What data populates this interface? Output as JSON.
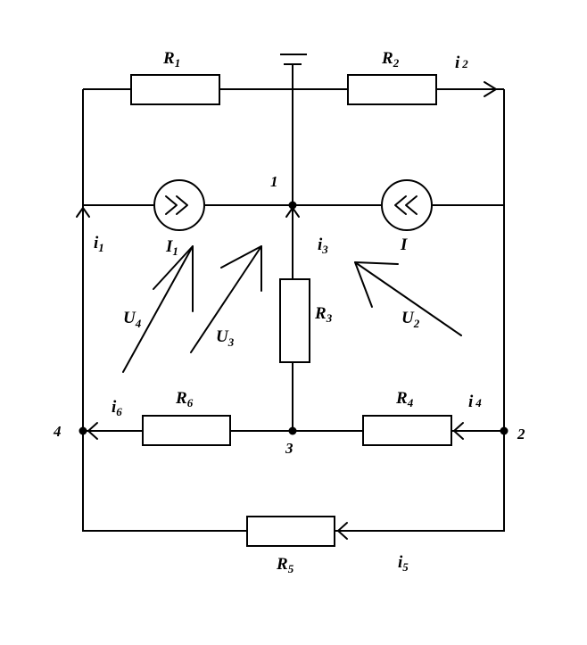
{
  "resistors": {
    "r1": {
      "main": "R",
      "sub": "1"
    },
    "r2": {
      "main": "R",
      "sub": "2"
    },
    "r3": {
      "main": "R",
      "sub": "3"
    },
    "r4": {
      "main": "R",
      "sub": "4"
    },
    "r5": {
      "main": "R",
      "sub": "5"
    },
    "r6": {
      "main": "R",
      "sub": "6"
    }
  },
  "currents": {
    "i1": {
      "main": "i",
      "sub": "1"
    },
    "i2": {
      "main": "i",
      "sub": "2"
    },
    "i3": {
      "main": "i",
      "sub": "3"
    },
    "i4": {
      "main": "i",
      "sub": "4"
    },
    "i5": {
      "main": "i",
      "sub": "5"
    },
    "i6": {
      "main": "i",
      "sub": "6"
    }
  },
  "sources": {
    "s1": {
      "main": "I",
      "sub": "1"
    },
    "s2": {
      "main": "I",
      "sub": ""
    }
  },
  "voltages": {
    "u2": {
      "main": "U",
      "sub": "2"
    },
    "u3": {
      "main": "U",
      "sub": "3"
    },
    "u4": {
      "main": "U",
      "sub": "4"
    }
  },
  "nodes": {
    "n1": "1",
    "n2": "2",
    "n3": "3",
    "n4": "4"
  }
}
